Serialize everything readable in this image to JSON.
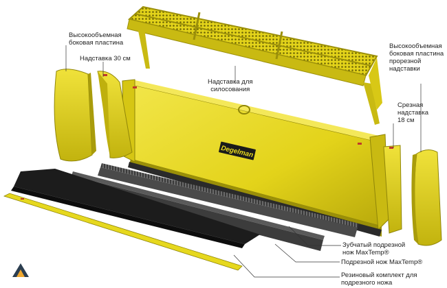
{
  "brand": "Degelman",
  "callouts": {
    "side_plate": "Высокообъемная\nбоковая пластина",
    "extension_30": "Надставка 30 см",
    "silage_extension": "Надставка для\nсилосования",
    "slotted_side_plate": "Высокообъемная\nбоковая пластина\nпрорезной\nнадставки",
    "cutting_extension": "Срезная\nнадставка\n18 см",
    "toothed_blade": "Зубчатый подрезной\nнож MaxTemp®",
    "cutting_blade": "Подрезной нож MaxTemp®",
    "rubber_kit": "Резиновый комплект для\nподрезного ножа"
  },
  "colors": {
    "yellow": "#e6d81e",
    "yellow_dark": "#b8aa10",
    "yellow_shadow": "#8f8508",
    "black": "#1c1c1c",
    "gray_blade": "#4a4a4a",
    "leader": "#333333"
  },
  "watermark": {
    "label": "logo-triangle"
  }
}
